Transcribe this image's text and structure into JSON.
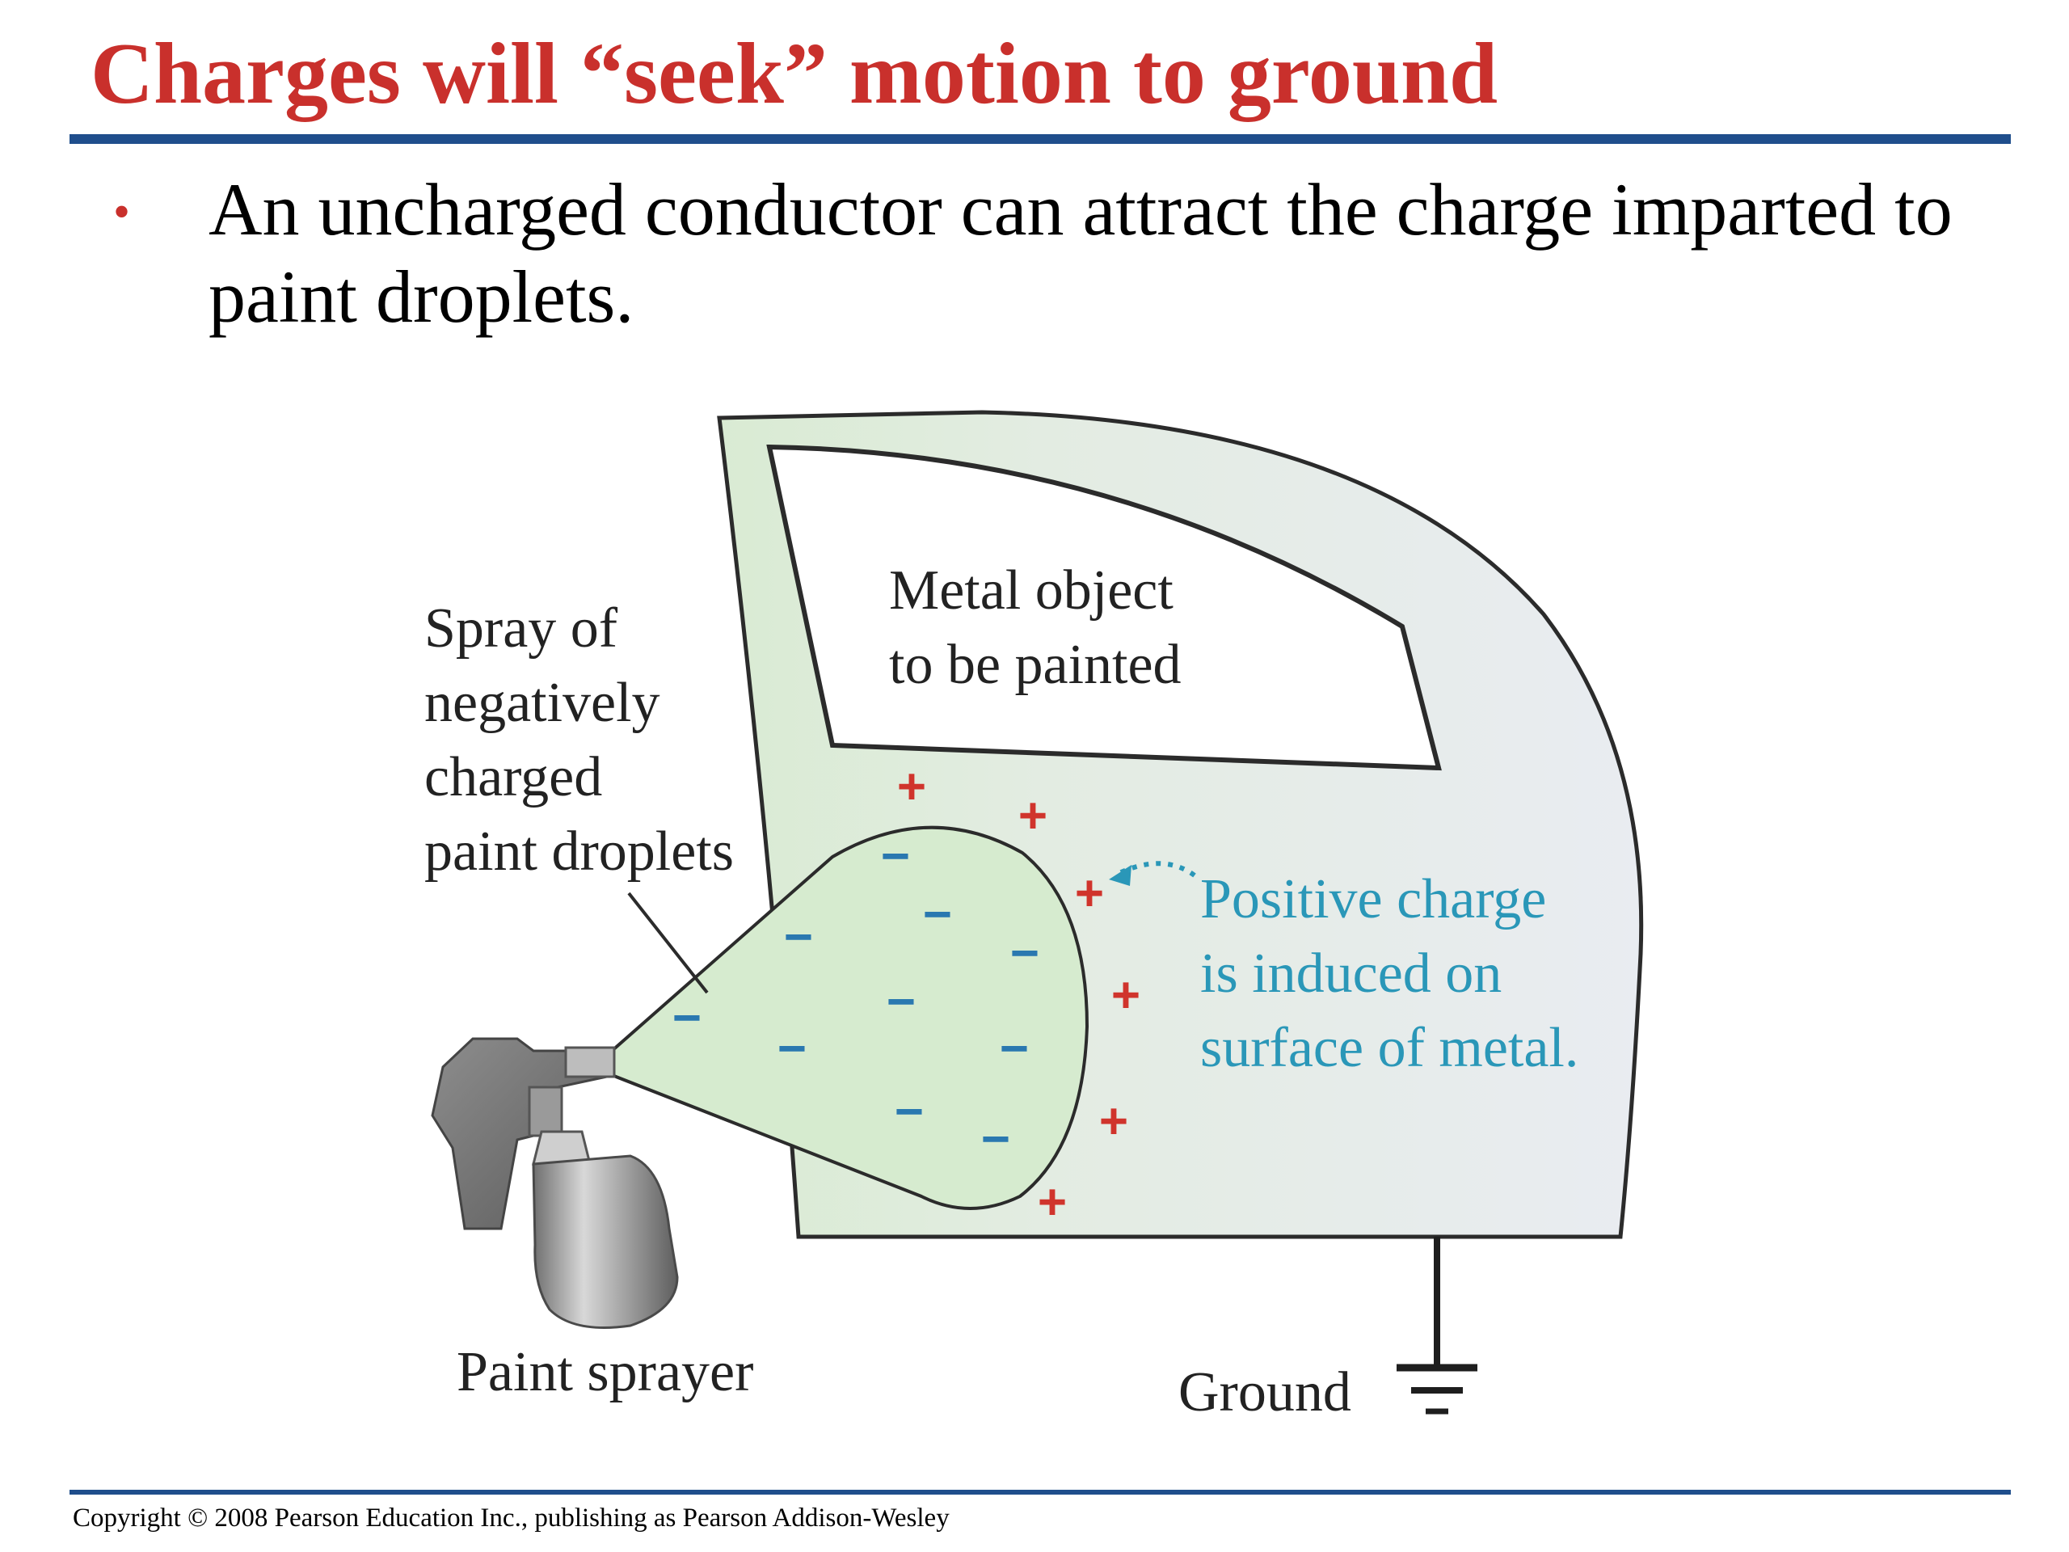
{
  "slide": {
    "title": "Charges will “seek” motion to ground",
    "bullet": "An uncharged conductor can attract the charge imparted to paint droplets.",
    "copyright": "Copyright © 2008 Pearson Education Inc., publishing as Pearson Addison-Wesley"
  },
  "diagram": {
    "labels": {
      "metal_object": [
        "Metal object",
        "to be painted"
      ],
      "spray": [
        "Spray of",
        "negatively",
        "charged",
        "paint droplets"
      ],
      "positive_charge": [
        "Positive charge",
        "is induced on",
        "surface of metal."
      ],
      "paint_sprayer": "Paint sprayer",
      "ground": "Ground"
    },
    "symbols": {
      "positive": "+",
      "negative": "−"
    }
  },
  "colors": {
    "title": "#c9302c",
    "rule": "#1f4e8c",
    "bullet_dot": "#c9302c",
    "positive_charge": "#d0342c",
    "negative_charge": "#2a78b0",
    "annotation": "#2a97b8",
    "door_fill": "#e9ecf0",
    "spray_fill": "#d6ebcf",
    "outline": "#2b2b2b"
  }
}
